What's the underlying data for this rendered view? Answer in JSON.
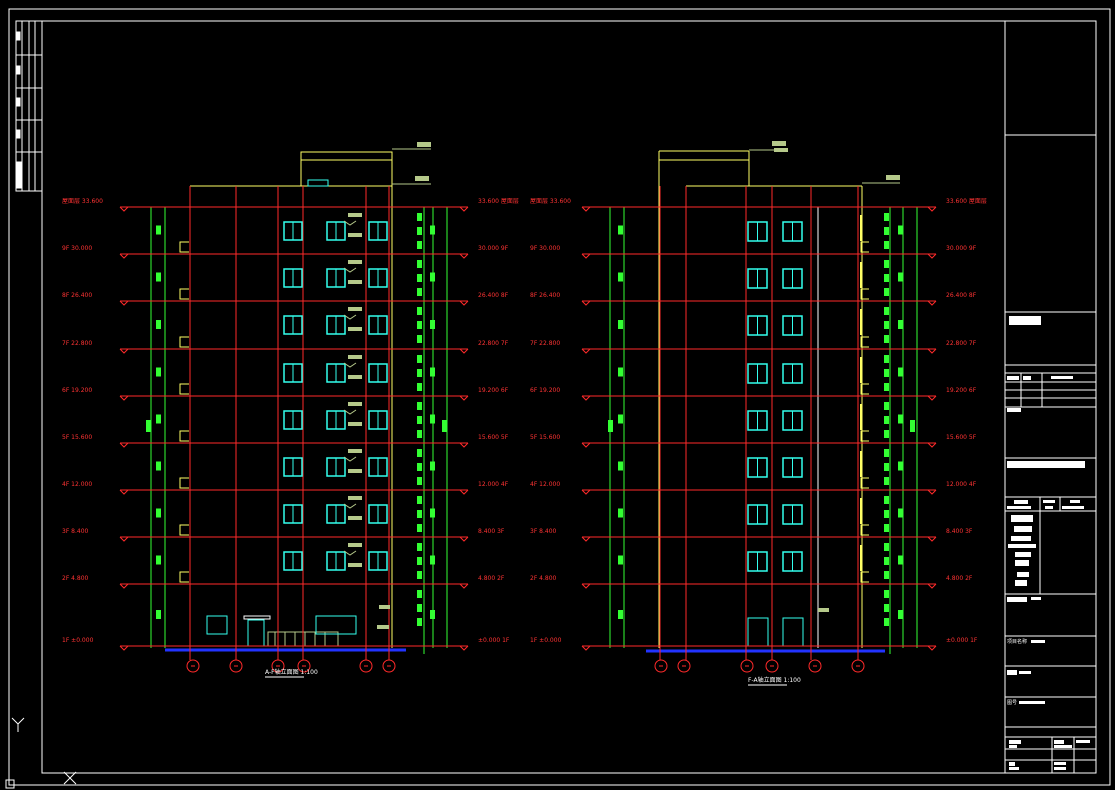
{
  "colors": {
    "background": "#000000",
    "frame": "#ffffff",
    "level_line": "#ff2a2a",
    "level_text": "#ff3333",
    "outline": "#ffff66",
    "window": "#33ffee",
    "green": "#33ff33",
    "ground": "#2233ff",
    "label": "#ffffff",
    "olive": "#b5c98a"
  },
  "drawings": [
    {
      "caption": "A-F轴立面图 1:100",
      "left_levels": [
        "1F ±0.000",
        "2F 4.800",
        "3F 8.400",
        "4F 12.000",
        "5F 15.600",
        "6F 19.200",
        "7F 22.800",
        "8F 26.400",
        "9F 30.000",
        "屋面层 33.600"
      ],
      "right_levels": [
        "±0.000 1F",
        "4.800 2F",
        "8.400 3F",
        "12.000 4F",
        "15.600 5F",
        "19.200 6F",
        "22.800 7F",
        "26.400 8F",
        "30.000 9F",
        "33.600 屋面层"
      ]
    },
    {
      "caption": "F-A轴立面图 1:100",
      "left_levels": [
        "1F ±0.000",
        "2F 4.800",
        "3F 8.400",
        "4F 12.000",
        "5F 15.600",
        "6F 19.200",
        "7F 22.800",
        "8F 26.400",
        "9F 30.000",
        "屋面层 33.600"
      ],
      "right_levels": [
        "±0.000 1F",
        "4.800 2F",
        "8.400 3F",
        "12.000 4F",
        "15.600 5F",
        "19.200 6F",
        "22.800 7F",
        "26.400 8F",
        "30.000 9F",
        "33.600 屋面层"
      ]
    }
  ],
  "title_block": {
    "project_label": "项目名称",
    "drawing_label": "图号"
  }
}
